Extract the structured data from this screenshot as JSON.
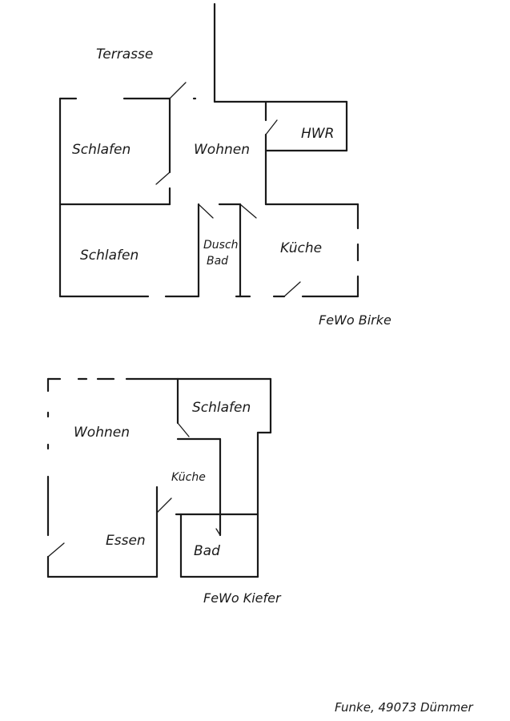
{
  "plan_birke": {
    "terrace_label": "Terrasse",
    "rooms": {
      "schlafen_1": "Schlafen",
      "wohnen": "Wohnen",
      "hwr": "HWR",
      "schlafen_2": "Schlafen",
      "dusch": "Dusch",
      "bad": "Bad",
      "kueche": "Küche"
    },
    "caption": "FeWo Birke"
  },
  "plan_kiefer": {
    "rooms": {
      "wohnen": "Wohnen",
      "schlafen": "Schlafen",
      "kueche": "Küche",
      "essen": "Essen",
      "bad": "Bad"
    },
    "caption": "FeWo Kiefer"
  },
  "footer": {
    "address": "Funke, 49073 Dümmer"
  }
}
